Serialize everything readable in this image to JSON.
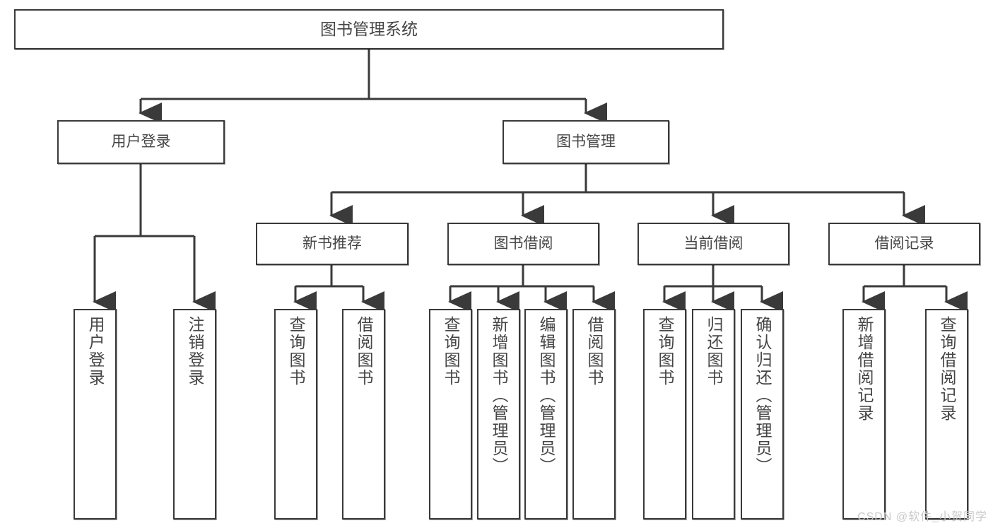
{
  "diagram": {
    "type": "tree",
    "title": "图书管理系统",
    "root": {
      "id": "root",
      "label": "图书管理系统"
    },
    "level2": [
      {
        "id": "user-login",
        "label": "用户登录"
      },
      {
        "id": "book-manage",
        "label": "图书管理"
      }
    ],
    "level3": [
      {
        "id": "new-book-recommend",
        "label": "新书推荐",
        "parent": "book-manage"
      },
      {
        "id": "book-borrow",
        "label": "图书借阅",
        "parent": "book-manage"
      },
      {
        "id": "current-borrow",
        "label": "当前借阅",
        "parent": "book-manage"
      },
      {
        "id": "borrow-record",
        "label": "借阅记录",
        "parent": "book-manage"
      }
    ],
    "leaves": [
      {
        "id": "leaf-user-login",
        "label": "用户登录",
        "parent": "user-login"
      },
      {
        "id": "leaf-logout",
        "label": "注销登录",
        "parent": "user-login"
      },
      {
        "id": "leaf-query-book-1",
        "label": "查询图书",
        "parent": "new-book-recommend"
      },
      {
        "id": "leaf-borrow-book-1",
        "label": "借阅图书",
        "parent": "new-book-recommend"
      },
      {
        "id": "leaf-query-book-2",
        "label": "查询图书",
        "parent": "book-borrow"
      },
      {
        "id": "leaf-add-book",
        "label": "新增图书（管理员）",
        "parent": "book-borrow"
      },
      {
        "id": "leaf-edit-book",
        "label": "编辑图书（管理员）",
        "parent": "book-borrow"
      },
      {
        "id": "leaf-borrow-book-2",
        "label": "借阅图书",
        "parent": "book-borrow"
      },
      {
        "id": "leaf-query-book-3",
        "label": "查询图书",
        "parent": "current-borrow"
      },
      {
        "id": "leaf-return-book",
        "label": "归还图书",
        "parent": "current-borrow"
      },
      {
        "id": "leaf-confirm-return",
        "label": "确认归还（管理员）",
        "parent": "current-borrow"
      },
      {
        "id": "leaf-add-record",
        "label": "新增借阅记录",
        "parent": "borrow-record"
      },
      {
        "id": "leaf-query-record",
        "label": "查询借阅记录",
        "parent": "borrow-record"
      }
    ],
    "colors": {
      "box_border": "#3a3a3a",
      "box_fill": "#ffffff",
      "text": "#454545",
      "connector": "#3a3a3a",
      "watermark": "#c9c9c9"
    }
  },
  "watermark": {
    "text": "CSDN @软件_小贺同学"
  }
}
